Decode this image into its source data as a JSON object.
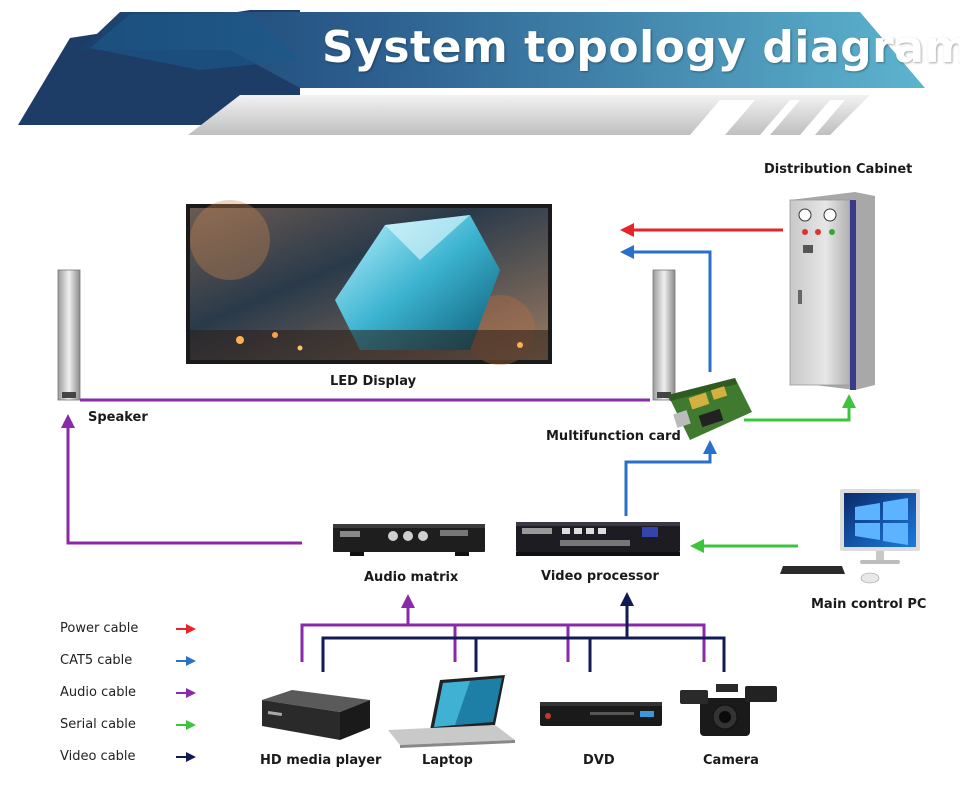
{
  "title": "System topology diagram",
  "devices": {
    "led_display": "LED Display",
    "speaker": "Speaker",
    "distribution_cabinet": "Distribution Cabinet",
    "multifunction_card": "Multifunction card",
    "audio_matrix": "Audio matrix",
    "video_processor": "Video processor",
    "main_control_pc": "Main control PC",
    "hd_media_player": "HD media player",
    "laptop": "Laptop",
    "dvd": "DVD",
    "camera": "Camera"
  },
  "legend": [
    {
      "label": "Power cable",
      "color": "#e8232a"
    },
    {
      "label": "CAT5 cable",
      "color": "#2a6fc9"
    },
    {
      "label": "Audio cable",
      "color": "#8a2aa8"
    },
    {
      "label": "Serial cable",
      "color": "#3cc43c"
    },
    {
      "label": "Video cable",
      "color": "#111a55"
    }
  ],
  "colors": {
    "power": "#e8232a",
    "cat5": "#2a6fc9",
    "audio": "#8a2aa8",
    "serial": "#3cc43c",
    "video": "#111a55",
    "banner_dark": "#1f4a7a",
    "banner_light": "#5aa9c8"
  }
}
